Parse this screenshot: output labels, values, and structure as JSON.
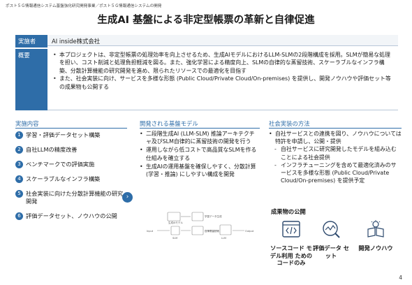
{
  "breadcrumb": "ポスト５Ｇ情報通信システム基盤強化研究開発事業／ポスト５Ｇ情報通信システムの開発",
  "title": "生成AI 基盤による非定型帳票の革新と自律促進",
  "info": {
    "org_label": "実施者",
    "org_value": "AI inside株式会社",
    "summary_label": "概要",
    "summary_bullets": [
      "本プロジェクトは、非定型帳票の処理効率を向上させるため、生成AIモデルにおけるLLM-SLMの2段階構成を採用。SLMが簡易な処理を担い、コスト削減と処理負担軽減を図る。また、強化学習による精度向上、SLMの自律的な蒸留技術、スケーラブルなインフラ構築、分散計算機能の研究開発を進め、限られたリソースでの最適化を目指す",
      "また、社会実装に向け、サービスを多様な形態 (Public Cloud/Private Cloud/On-premises) を提供し、開発ノウハウや評価セット等の成果物も公開する"
    ],
    "bullet_mark": "•"
  },
  "sections": {
    "left_title": "実施内容",
    "mid_title": "開発される基盤モデル",
    "right_title": "社会実装の方法"
  },
  "tasks": [
    {
      "num": "1",
      "label": "学習・評価データセット構築"
    },
    {
      "num": "2",
      "label": "自社LLMの精度改善"
    },
    {
      "num": "3",
      "label": "ベンチマークでの評価実施"
    },
    {
      "num": "4",
      "label": "スケーラブルなインフラ構築"
    },
    {
      "num": "5",
      "label": "社会実装に向けた分散計算機能の研究開発"
    },
    {
      "num": "6",
      "label": "評価データセット、ノウハウの公開"
    }
  ],
  "arrow_glyph": "›",
  "model_bullets": [
    "二段階生成AI (LLM-SLM) 推論アーキテクチャ及びSLM自律的に蒸留技術の開発を行う",
    "運用しながら低コストで高品質なSLMを作る仕組みを確立する",
    "生成AIの運用基盤を確保しやすく、分散計算 (学習・推論) にしやすい構成を開発"
  ],
  "diagram_labels": {
    "a": "生成AIモデル",
    "b": "学習データ生成",
    "c": "Input",
    "d": "SLM",
    "e": "自律蒸留技術",
    "f": "LLM",
    "g": "Output"
  },
  "social": {
    "b1": "自社サービスとの連携を図り、ノウハウについては特許を申請し、公開・提供",
    "s1": "自社サービスに研究開発したモデルを組み込むことによる社会提供",
    "s2": "インフラチューニングを含めて最適化済みのサービスを多様な形態 (Public Cloud/Private Cloud/On-premises) を提供予定",
    "sub_mark": "-"
  },
  "publish": {
    "title": "成果物の公開",
    "items": [
      {
        "label": "ソースコード モデル利用 ための コードのみ"
      },
      {
        "label": "評価データ セット"
      },
      {
        "label": "開発ノウハウ"
      }
    ]
  },
  "page_number": "4",
  "colors": {
    "accent": "#2e6da8"
  }
}
